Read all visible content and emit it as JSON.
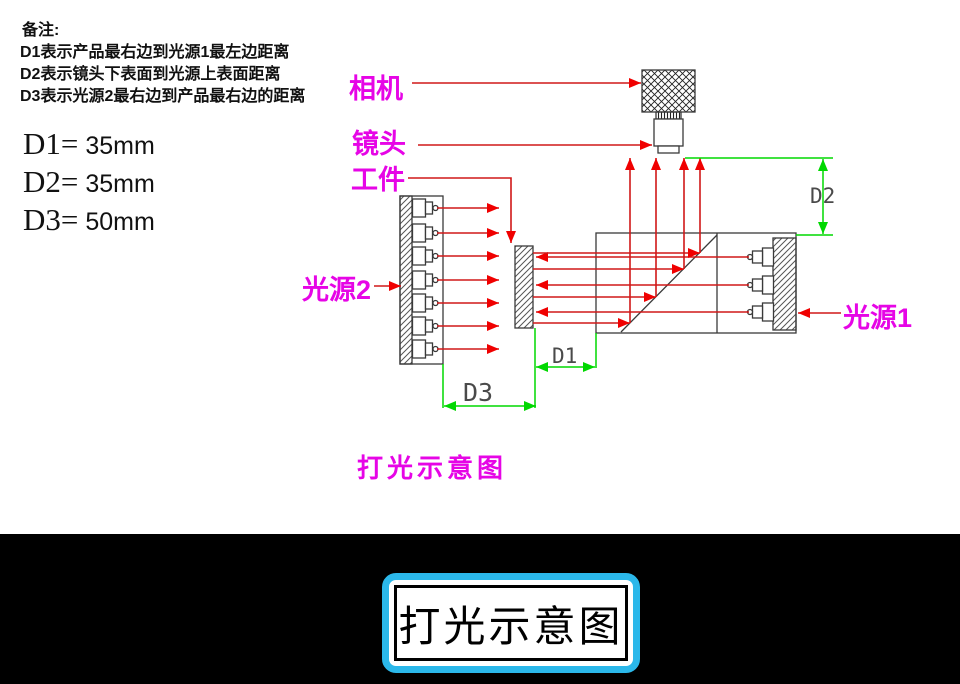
{
  "notes": {
    "title": "备注:",
    "lines": [
      "D1表示产品最右边到光源1最左边距离",
      "D2表示镜头下表面到光源上表面距离",
      "D3表示光源2最右边到产品最右边的距离"
    ]
  },
  "measurements": [
    {
      "label": "D1=",
      "value": "35mm"
    },
    {
      "label": "D2=",
      "value": "35mm"
    },
    {
      "label": "D3=",
      "value": "50mm"
    }
  ],
  "labels": {
    "camera": "相机",
    "lens": "镜头",
    "workpiece": "工件",
    "light_source_2": "光源2",
    "light_source_1": "光源1"
  },
  "dimension_labels": {
    "d1": "D1",
    "d2": "D2",
    "d3": "D3"
  },
  "caption": "打光示意图",
  "banner": {
    "title": "打光示意图"
  },
  "colors": {
    "magenta": "#e605e6",
    "red_line": "#d01818",
    "red_arrow": "#f00000",
    "green": "#00d800",
    "cyan_border": "#2bb8ea",
    "banner_bg": "#000000"
  }
}
